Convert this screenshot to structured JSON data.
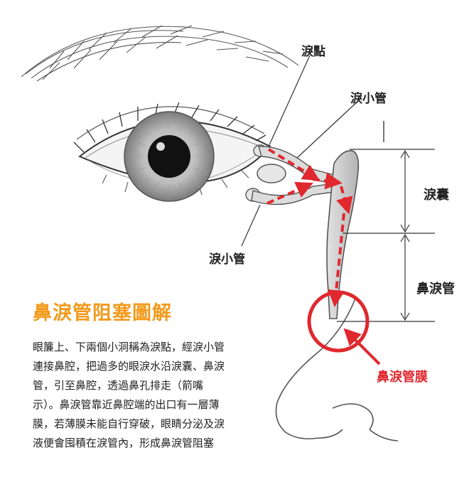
{
  "labels": {
    "lacrimal_punctum": "淚點",
    "canaliculus_upper": "淚小管",
    "canaliculus_lower": "淚小管",
    "lacrimal_sac": "淚囊",
    "nasolacrimal_duct": "鼻淚管",
    "membrane": "鼻淚管膜"
  },
  "title": "鼻淚管阻塞圖解",
  "description_lines": [
    "眼簾上、下兩個小洞稱為淚點，經淚小管",
    "連接鼻腔，把過多的眼淚水沿淚囊、鼻淚",
    "管，引至鼻腔，透過鼻孔排走（箭嘴",
    "示）。鼻淚管靠近鼻腔端的出口有一層薄",
    "膜，若薄膜未能自行穿破，眼睛分泌及淚",
    "液便會囤積在淚管內，形成鼻淚管阻塞"
  ],
  "colors": {
    "title": "#f29a1c",
    "arrow": "#e0282e",
    "membrane_label": "#e0282e",
    "circle": "#e0282e",
    "duct_fill": "#c8c8c8",
    "text": "#222222"
  }
}
